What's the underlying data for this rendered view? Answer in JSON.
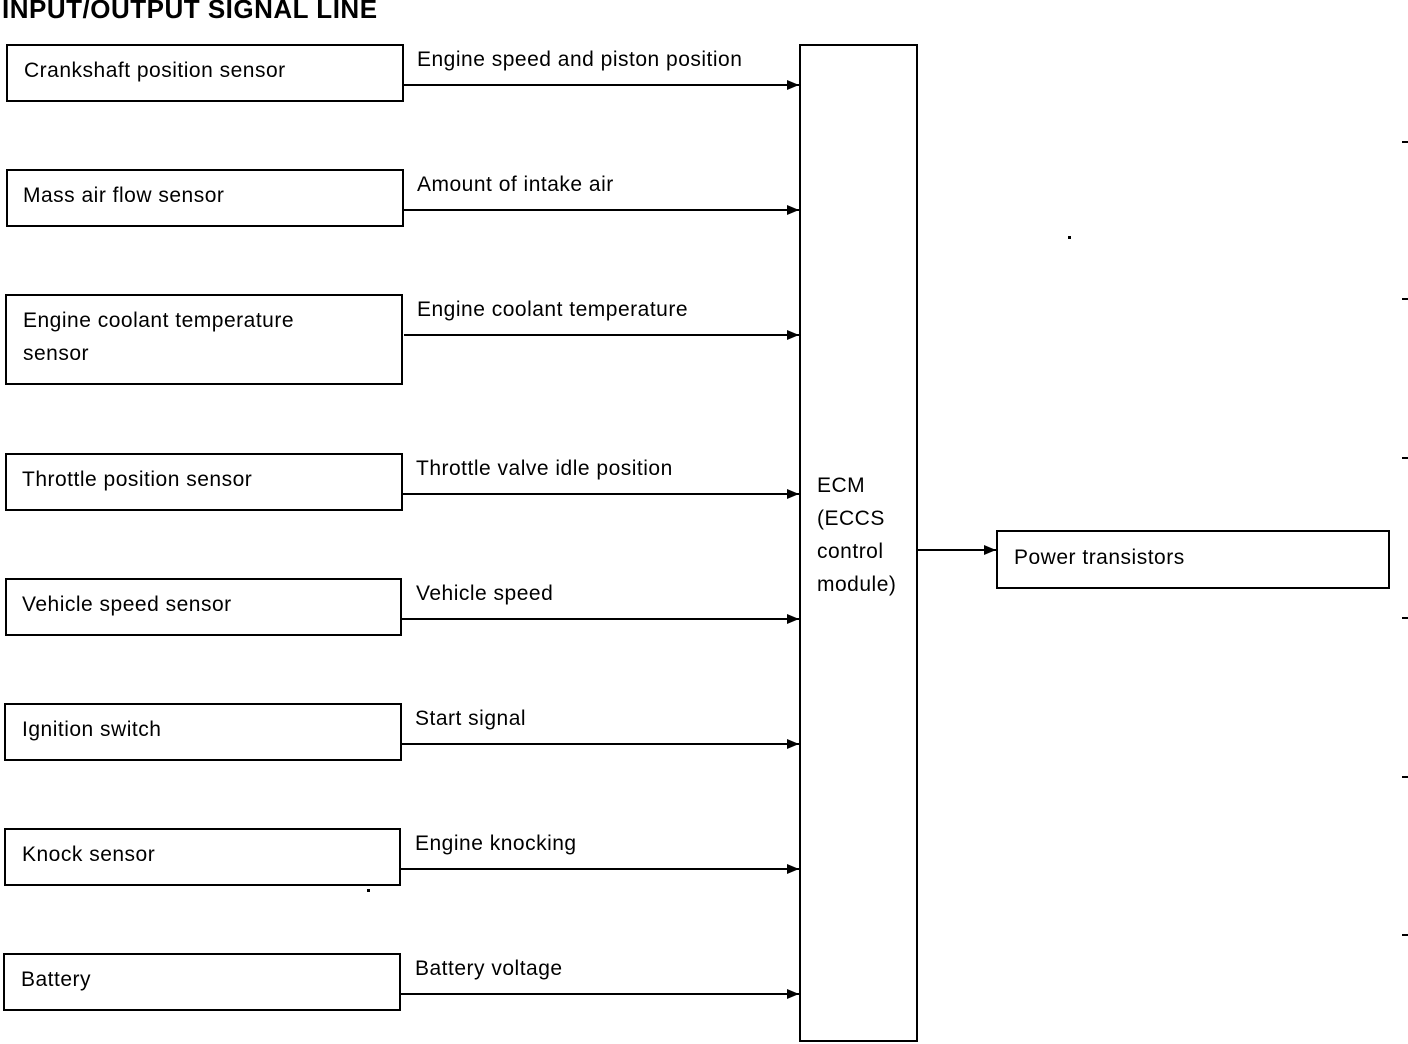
{
  "title": "INPUT/OUTPUT SIGNAL LINE",
  "inputs": [
    {
      "sensor": "Crankshaft position sensor",
      "signal": "Engine speed and piston position"
    },
    {
      "sensor": "Mass air flow sensor",
      "signal": "Amount of intake air"
    },
    {
      "sensor_lines": [
        "Engine coolant temperature",
        "sensor"
      ],
      "signal": "Engine coolant temperature"
    },
    {
      "sensor": "Throttle position sensor",
      "signal": "Throttle valve idle position"
    },
    {
      "sensor": "Vehicle speed sensor",
      "signal": "Vehicle speed"
    },
    {
      "sensor": "Ignition switch",
      "signal": "Start signal"
    },
    {
      "sensor": "Knock sensor",
      "signal": "Engine knocking"
    },
    {
      "sensor": "Battery",
      "signal": "Battery voltage"
    }
  ],
  "ecm": {
    "lines": [
      "ECM",
      "(ECCS",
      "control",
      "module)"
    ]
  },
  "output": {
    "label": "Power transistors"
  }
}
